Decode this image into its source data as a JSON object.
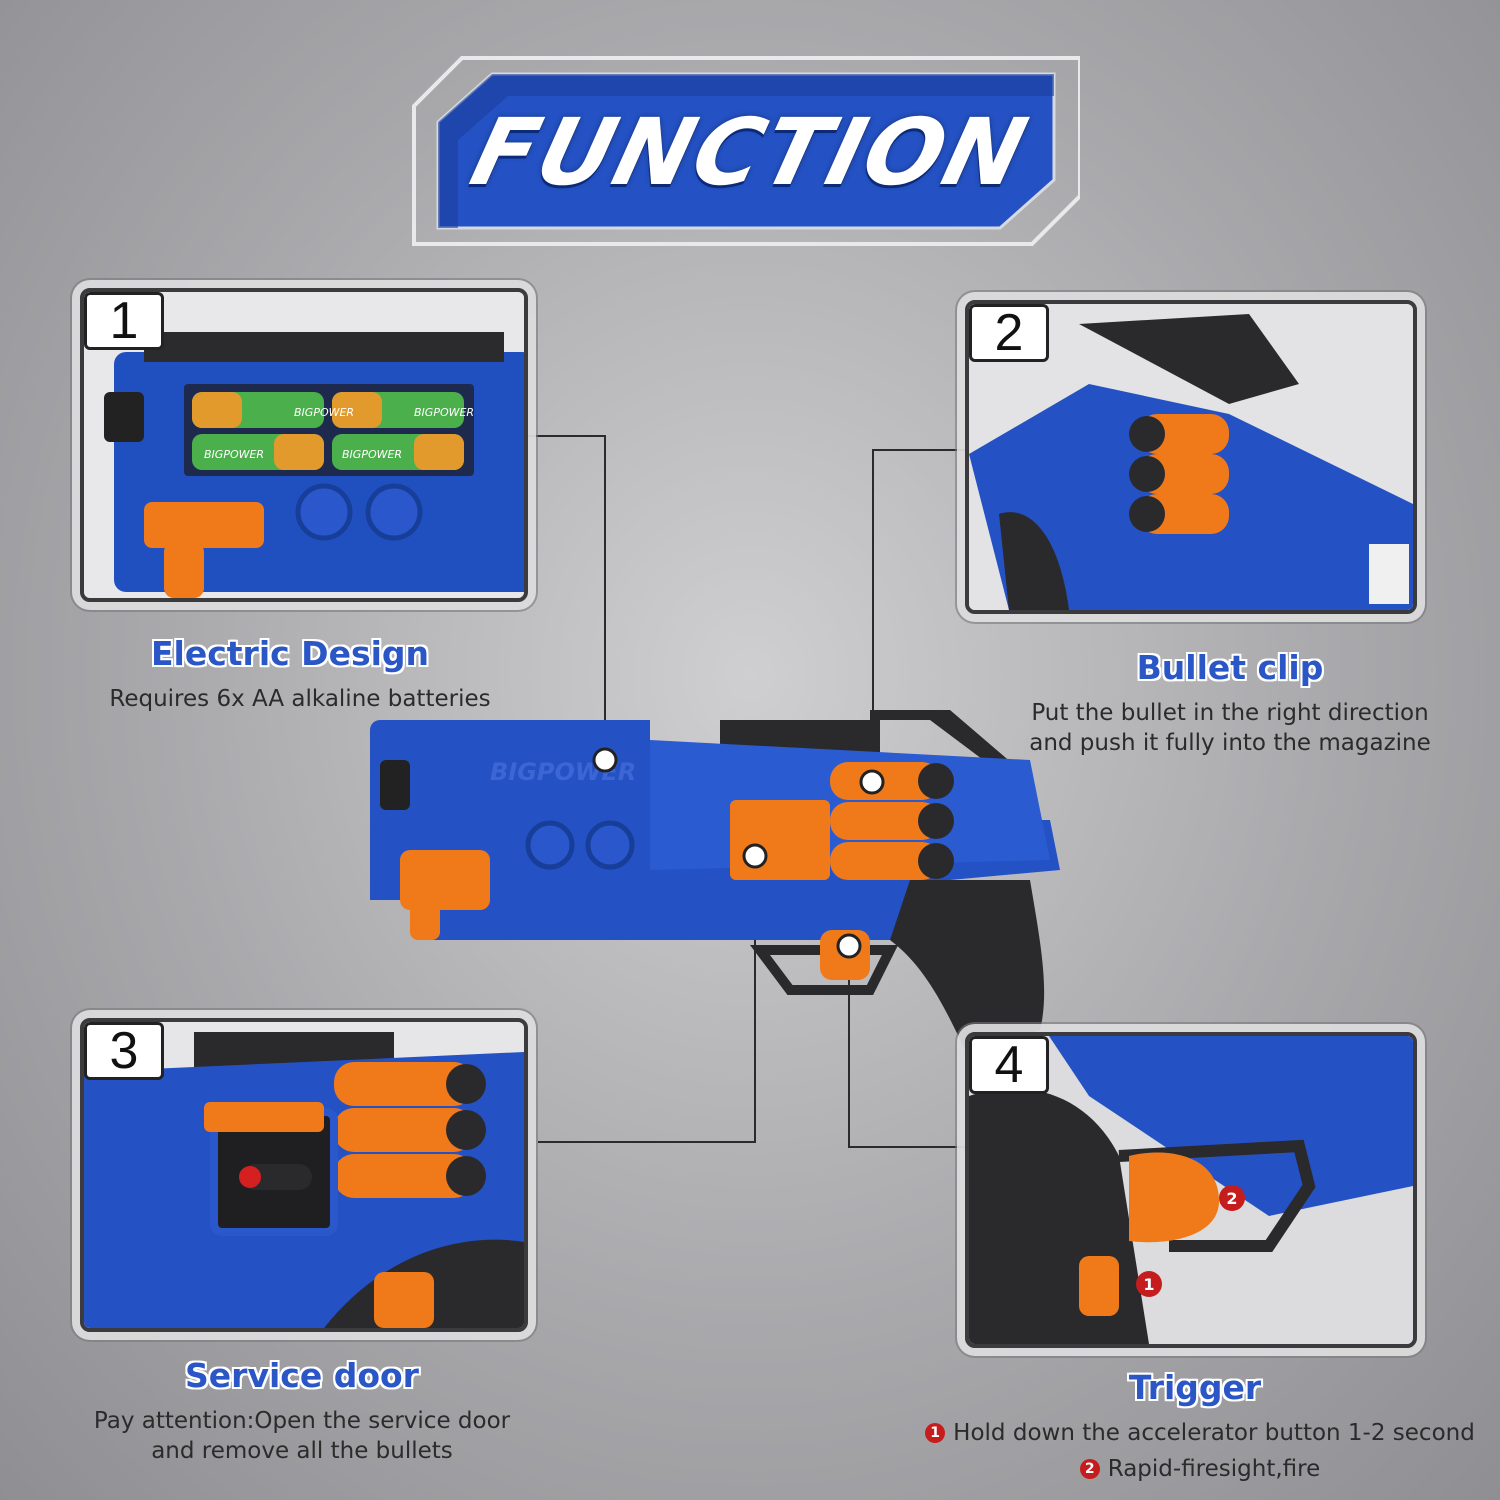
{
  "banner": {
    "title": "FUNCTION"
  },
  "colors": {
    "blue": "#2454c7",
    "orange": "#f07a1a",
    "black": "#1f1f22",
    "red": "#c51d1d"
  },
  "features": [
    {
      "number": "1",
      "title": "Electric Design",
      "lines": [
        "Requires 6x AA alkaline batteries"
      ]
    },
    {
      "number": "2",
      "title": "Bullet clip",
      "lines": [
        "Put the bullet in the right direction",
        "and push it fully into the magazine"
      ]
    },
    {
      "number": "3",
      "title": "Service door",
      "lines": [
        "Pay attention:Open the service door",
        "and remove all the bullets"
      ]
    },
    {
      "number": "4",
      "title": "Trigger",
      "steps": [
        {
          "marker": "1",
          "text": "Hold down the accelerator button 1-2 second"
        },
        {
          "marker": "2",
          "text": "Rapid-firesight,fire"
        }
      ]
    }
  ],
  "battery_labels": [
    "BIGPOWER",
    "BIGPOWER",
    "BIGPOWER",
    "BIGPOWER"
  ],
  "blaster_brand": "BIGPOWER",
  "detail_markers": [
    "2",
    "1"
  ]
}
